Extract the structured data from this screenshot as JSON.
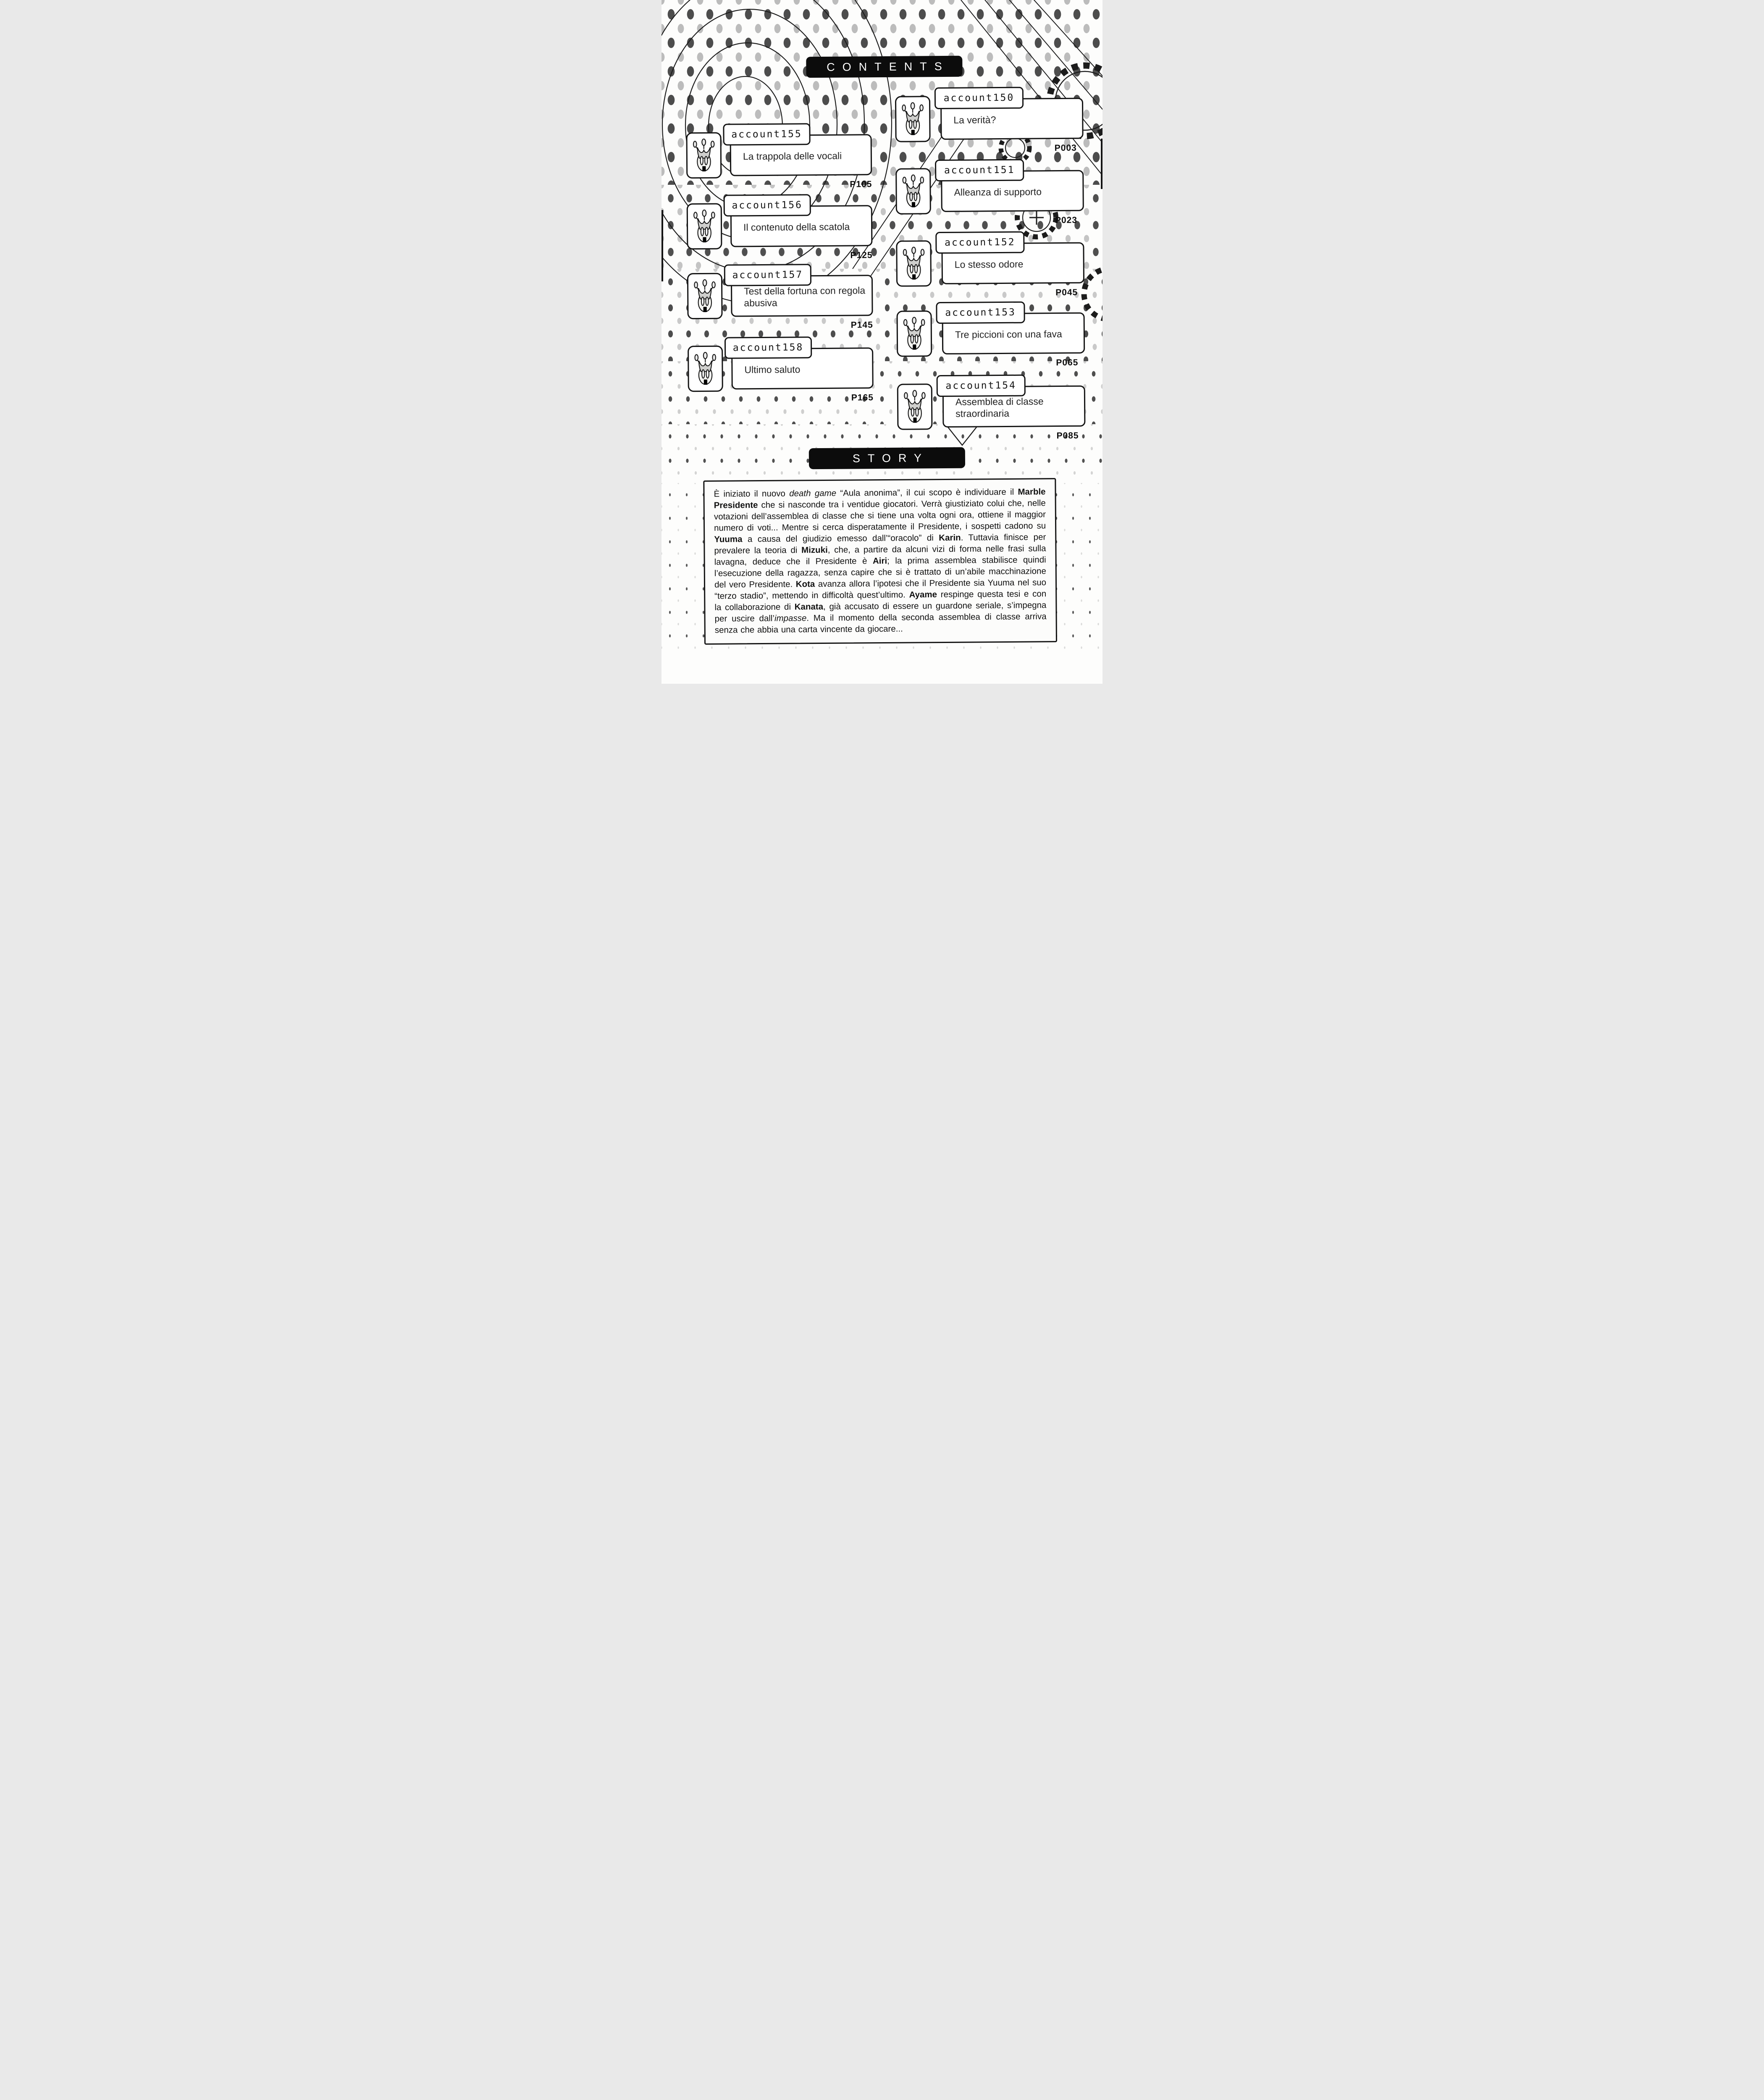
{
  "page": {
    "contents_header": "CONTENTS",
    "story_header": "STORY"
  },
  "icons": {
    "chapter_icon": "marble-crown-icon"
  },
  "colors": {
    "ink": "#111111",
    "paper": "#fdfdfc",
    "header_bg": "#0c0c0c",
    "header_text": "#ffffff"
  },
  "chapters": [
    {
      "label": "account150",
      "title": "La verità?",
      "page": "P003"
    },
    {
      "label": "account151",
      "title": "Alleanza di supporto",
      "page": "P023"
    },
    {
      "label": "account152",
      "title": "Lo stesso odore",
      "page": "P045"
    },
    {
      "label": "account153",
      "title": "Tre piccioni con una fava",
      "page": "P065"
    },
    {
      "label": "account154",
      "title": "Assemblea di classe straordinaria",
      "page": "P085"
    },
    {
      "label": "account155",
      "title": "La trappola delle vocali",
      "page": "P105"
    },
    {
      "label": "account156",
      "title": "Il contenuto della scatola",
      "page": "P125"
    },
    {
      "label": "account157",
      "title": "Test della fortuna con regola abusiva",
      "page": "P145"
    },
    {
      "label": "account158",
      "title": "Ultimo saluto",
      "page": "P165"
    }
  ],
  "story": {
    "segments": [
      {
        "t": "È iniziato il nuovo ",
        "f": "r"
      },
      {
        "t": "death game",
        "f": "i"
      },
      {
        "t": " “Aula anonima”, il cui scopo è individuare il ",
        "f": "r"
      },
      {
        "t": "Marble Presidente",
        "f": "b"
      },
      {
        "t": " che si nasconde tra i ventidue giocatori. Verrà giustiziato colui che, nelle votazioni dell’assemblea di classe che si tiene una volta ogni ora, ottiene il maggior numero di voti... Mentre si cerca disperatamente il Presidente, i sospetti cadono su ",
        "f": "r"
      },
      {
        "t": "Yuuma",
        "f": "b"
      },
      {
        "t": " a causa del giudizio emesso dall’“oracolo” di ",
        "f": "r"
      },
      {
        "t": "Karin",
        "f": "b"
      },
      {
        "t": ". Tuttavia finisce per prevalere la teoria di ",
        "f": "r"
      },
      {
        "t": "Mizuki",
        "f": "b"
      },
      {
        "t": ", che, a partire da alcuni vizi di forma nelle frasi sulla lavagna, deduce che il Presidente è ",
        "f": "r"
      },
      {
        "t": "Airi",
        "f": "b"
      },
      {
        "t": "; la prima assemblea stabilisce quindi l’esecuzione della ragazza, senza capire che si è trattato di un’abile macchinazione del vero Presidente. ",
        "f": "r"
      },
      {
        "t": "Kota",
        "f": "b"
      },
      {
        "t": " avanza allora l’ipotesi che il Presidente sia Yuuma nel suo “terzo stadio”, mettendo in difficoltà quest’ultimo. ",
        "f": "r"
      },
      {
        "t": "Ayame",
        "f": "b"
      },
      {
        "t": " respinge questa tesi e con la collaborazione di ",
        "f": "r"
      },
      {
        "t": "Kanata",
        "f": "b"
      },
      {
        "t": ", già accusato di essere un guardone seriale, s’impegna per uscire dall’",
        "f": "r"
      },
      {
        "t": "impasse",
        "f": "i"
      },
      {
        "t": ". Ma il momento della seconda assemblea di classe arriva senza che abbia una carta vincente da giocare...",
        "f": "r"
      }
    ]
  }
}
